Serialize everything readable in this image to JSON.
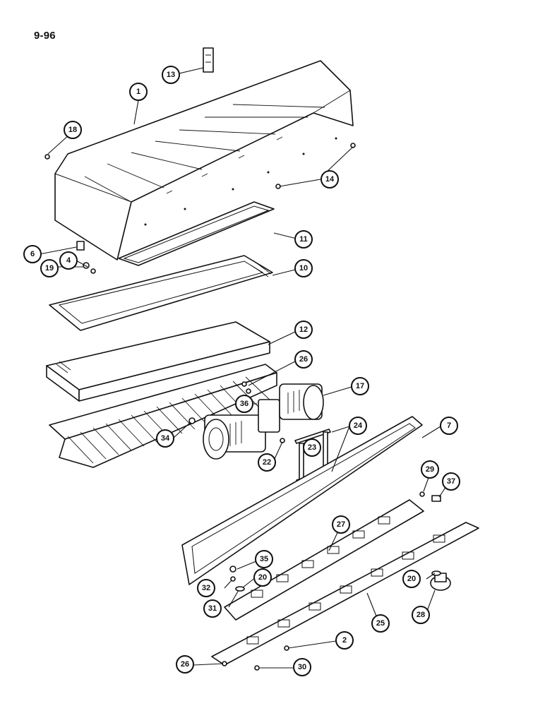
{
  "page_number": "9-96",
  "callouts": [
    {
      "id": "c1",
      "label": "1"
    },
    {
      "id": "c13",
      "label": "13"
    },
    {
      "id": "c18",
      "label": "18"
    },
    {
      "id": "c14",
      "label": "14"
    },
    {
      "id": "c11",
      "label": "11"
    },
    {
      "id": "c6",
      "label": "6"
    },
    {
      "id": "c19",
      "label": "19"
    },
    {
      "id": "c4",
      "label": "4"
    },
    {
      "id": "c10",
      "label": "10"
    },
    {
      "id": "c12",
      "label": "12"
    },
    {
      "id": "c26a",
      "label": "26"
    },
    {
      "id": "c17",
      "label": "17"
    },
    {
      "id": "c36",
      "label": "36"
    },
    {
      "id": "c24",
      "label": "24"
    },
    {
      "id": "c7",
      "label": "7"
    },
    {
      "id": "c34",
      "label": "34"
    },
    {
      "id": "c23",
      "label": "23"
    },
    {
      "id": "c22",
      "label": "22"
    },
    {
      "id": "c29",
      "label": "29"
    },
    {
      "id": "c37",
      "label": "37"
    },
    {
      "id": "c27",
      "label": "27"
    },
    {
      "id": "c35",
      "label": "35"
    },
    {
      "id": "c32",
      "label": "32"
    },
    {
      "id": "c20a",
      "label": "20"
    },
    {
      "id": "c20b",
      "label": "20"
    },
    {
      "id": "c31",
      "label": "31"
    },
    {
      "id": "c28",
      "label": "28"
    },
    {
      "id": "c25",
      "label": "25"
    },
    {
      "id": "c2",
      "label": "2"
    },
    {
      "id": "c26b",
      "label": "26"
    },
    {
      "id": "c30",
      "label": "30"
    }
  ]
}
